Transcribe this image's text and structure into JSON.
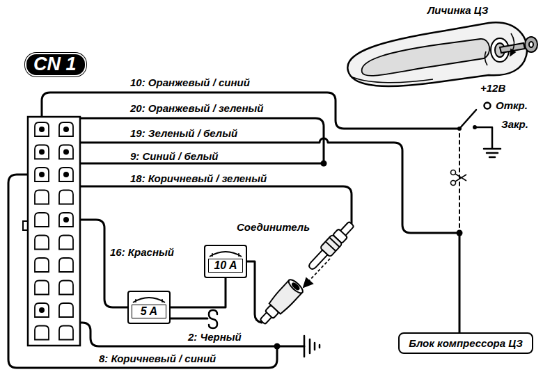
{
  "diagram": {
    "nodes": [
      {
        "text": [
          "CN 1"
        ]
      },
      {
        "text": [
          "10 A"
        ]
      },
      {
        "text": [
          "5 A"
        ]
      },
      {
        "text": [
          "Блок компрессора ЦЗ"
        ]
      }
    ],
    "edges": [
      {
        "from": 2,
        "to": 1,
        "arrow": "none"
      }
    ],
    "labels": [
      "Личинка ЦЗ",
      "10: Оранжевый / синий",
      "20: Оранжевый / зеленый",
      "19: Зеленый / белый",
      "9: Синий / белый",
      "18: Коричневый / зеленый",
      "+12В",
      "Откр.",
      "Закр.",
      "Соединитель",
      "16: Красный",
      "2: Черный",
      "8: Коричневый / синий"
    ]
  }
}
